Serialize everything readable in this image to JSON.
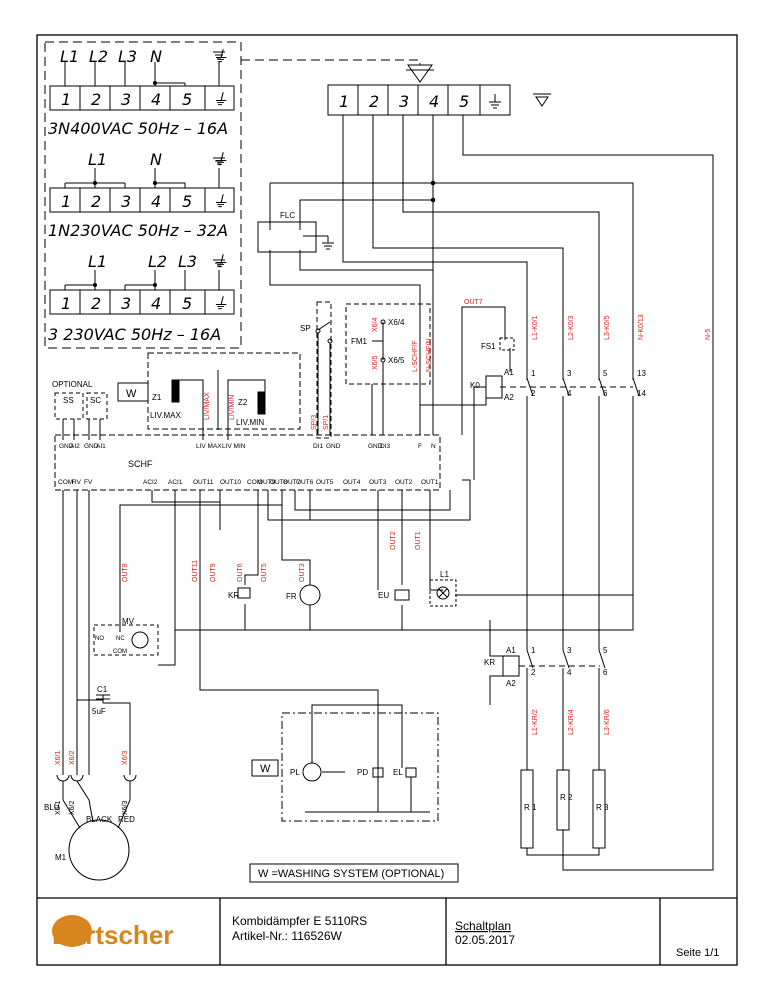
{
  "supply_blocks": [
    {
      "top_labels": [
        "L1",
        "L2",
        "L3",
        "N",
        "⏚"
      ],
      "cells": [
        "1",
        "2",
        "3",
        "4",
        "5",
        "⏚"
      ],
      "rating": "3N400VAC 50Hz  –  16A"
    },
    {
      "top_labels": [
        "L1",
        "N",
        "⏚"
      ],
      "cells": [
        "1",
        "2",
        "3",
        "4",
        "5",
        "⏚"
      ],
      "rating": "1N230VAC 50Hz  –  32A"
    },
    {
      "top_labels": [
        "L1",
        "L2",
        "L3",
        "⏚"
      ],
      "cells": [
        "1",
        "2",
        "3",
        "4",
        "5",
        "⏚"
      ],
      "rating": "3  230VAC 50Hz  –  16A"
    }
  ],
  "main_terminal": [
    "1",
    "2",
    "3",
    "4",
    "5",
    "⏚"
  ],
  "components": {
    "flc": "FLC",
    "sp": "SP",
    "fm1": "FM1",
    "fs1": "FS1",
    "k0": "K0",
    "kr": "KR",
    "fr": "FR",
    "eu": "EU",
    "l1": "L1",
    "mv": "MV",
    "c1": "C1",
    "c1_value": "5uF",
    "m1": "M1",
    "pl": "PL",
    "pd": "PD",
    "el": "EL",
    "z1": "Z1",
    "z1_label": "LIV.MAX",
    "z2": "Z2",
    "z2_label": "LIV.MIN",
    "ss": "SS",
    "sc": "SC",
    "optional": "OPTIONAL",
    "schf": "SCHF",
    "w": "W",
    "r1": "R 1",
    "r2": "R 2",
    "r3": "R 3"
  },
  "schf_top_pins": [
    "GND",
    "AI2",
    "GND",
    "AI1",
    "LIV MAX",
    "LIV MIN",
    "DI1",
    "GND",
    "GND",
    "DI3",
    "F",
    "N"
  ],
  "schf_bottom_pins": [
    "COM",
    "RV",
    "FV",
    "ACI2",
    "ACI1",
    "OUT11",
    "OUT10",
    "COM",
    "OUT9",
    "OUT8",
    "OUT7",
    "OUT6",
    "OUT5",
    "OUT4",
    "OUT3",
    "OUT2",
    "OUT1"
  ],
  "red_labels": [
    "OUT7",
    "L1-K0/1",
    "L2-K0/3",
    "L3-K0/5",
    "N-K0/13",
    "N-5",
    "L-SCHF/F",
    "N-SCHF/N",
    "X6/4",
    "X6/5",
    "LIV/MAX",
    "LIV/MIN",
    "SP/3",
    "SP/1",
    "OUT8",
    "OUT11",
    "OUT9",
    "OUT6",
    "OUT5",
    "OUT3",
    "OUT2",
    "OUT1",
    "L1-KR/2",
    "L2-KR/4",
    "L3-KR/6",
    "X6/1",
    "X6/2",
    "X6/3"
  ],
  "black_labels": [
    "X6/4",
    "X6/5",
    "X6/1",
    "X6/2",
    "X6/3",
    "BLU",
    "BLACK",
    "RED"
  ],
  "contacts_k0": [
    "A1",
    "A2",
    "1",
    "2",
    "3",
    "4",
    "5",
    "6",
    "13",
    "14"
  ],
  "contacts_kr": [
    "A1",
    "A2",
    "1",
    "2",
    "3",
    "4",
    "5",
    "6"
  ],
  "mv_pins": [
    "NO",
    "NC",
    "COM"
  ],
  "legend": "W  =WASHING SYSTEM  (OPTIONAL)",
  "footer": {
    "logo": "Bartscher",
    "product": "Kombidämpfer E 5110RS",
    "article": "Artikel-Nr.: 116526W",
    "doc_type": "Schaltplan",
    "date": "02.05.2017",
    "page": "Seite 1/1"
  }
}
